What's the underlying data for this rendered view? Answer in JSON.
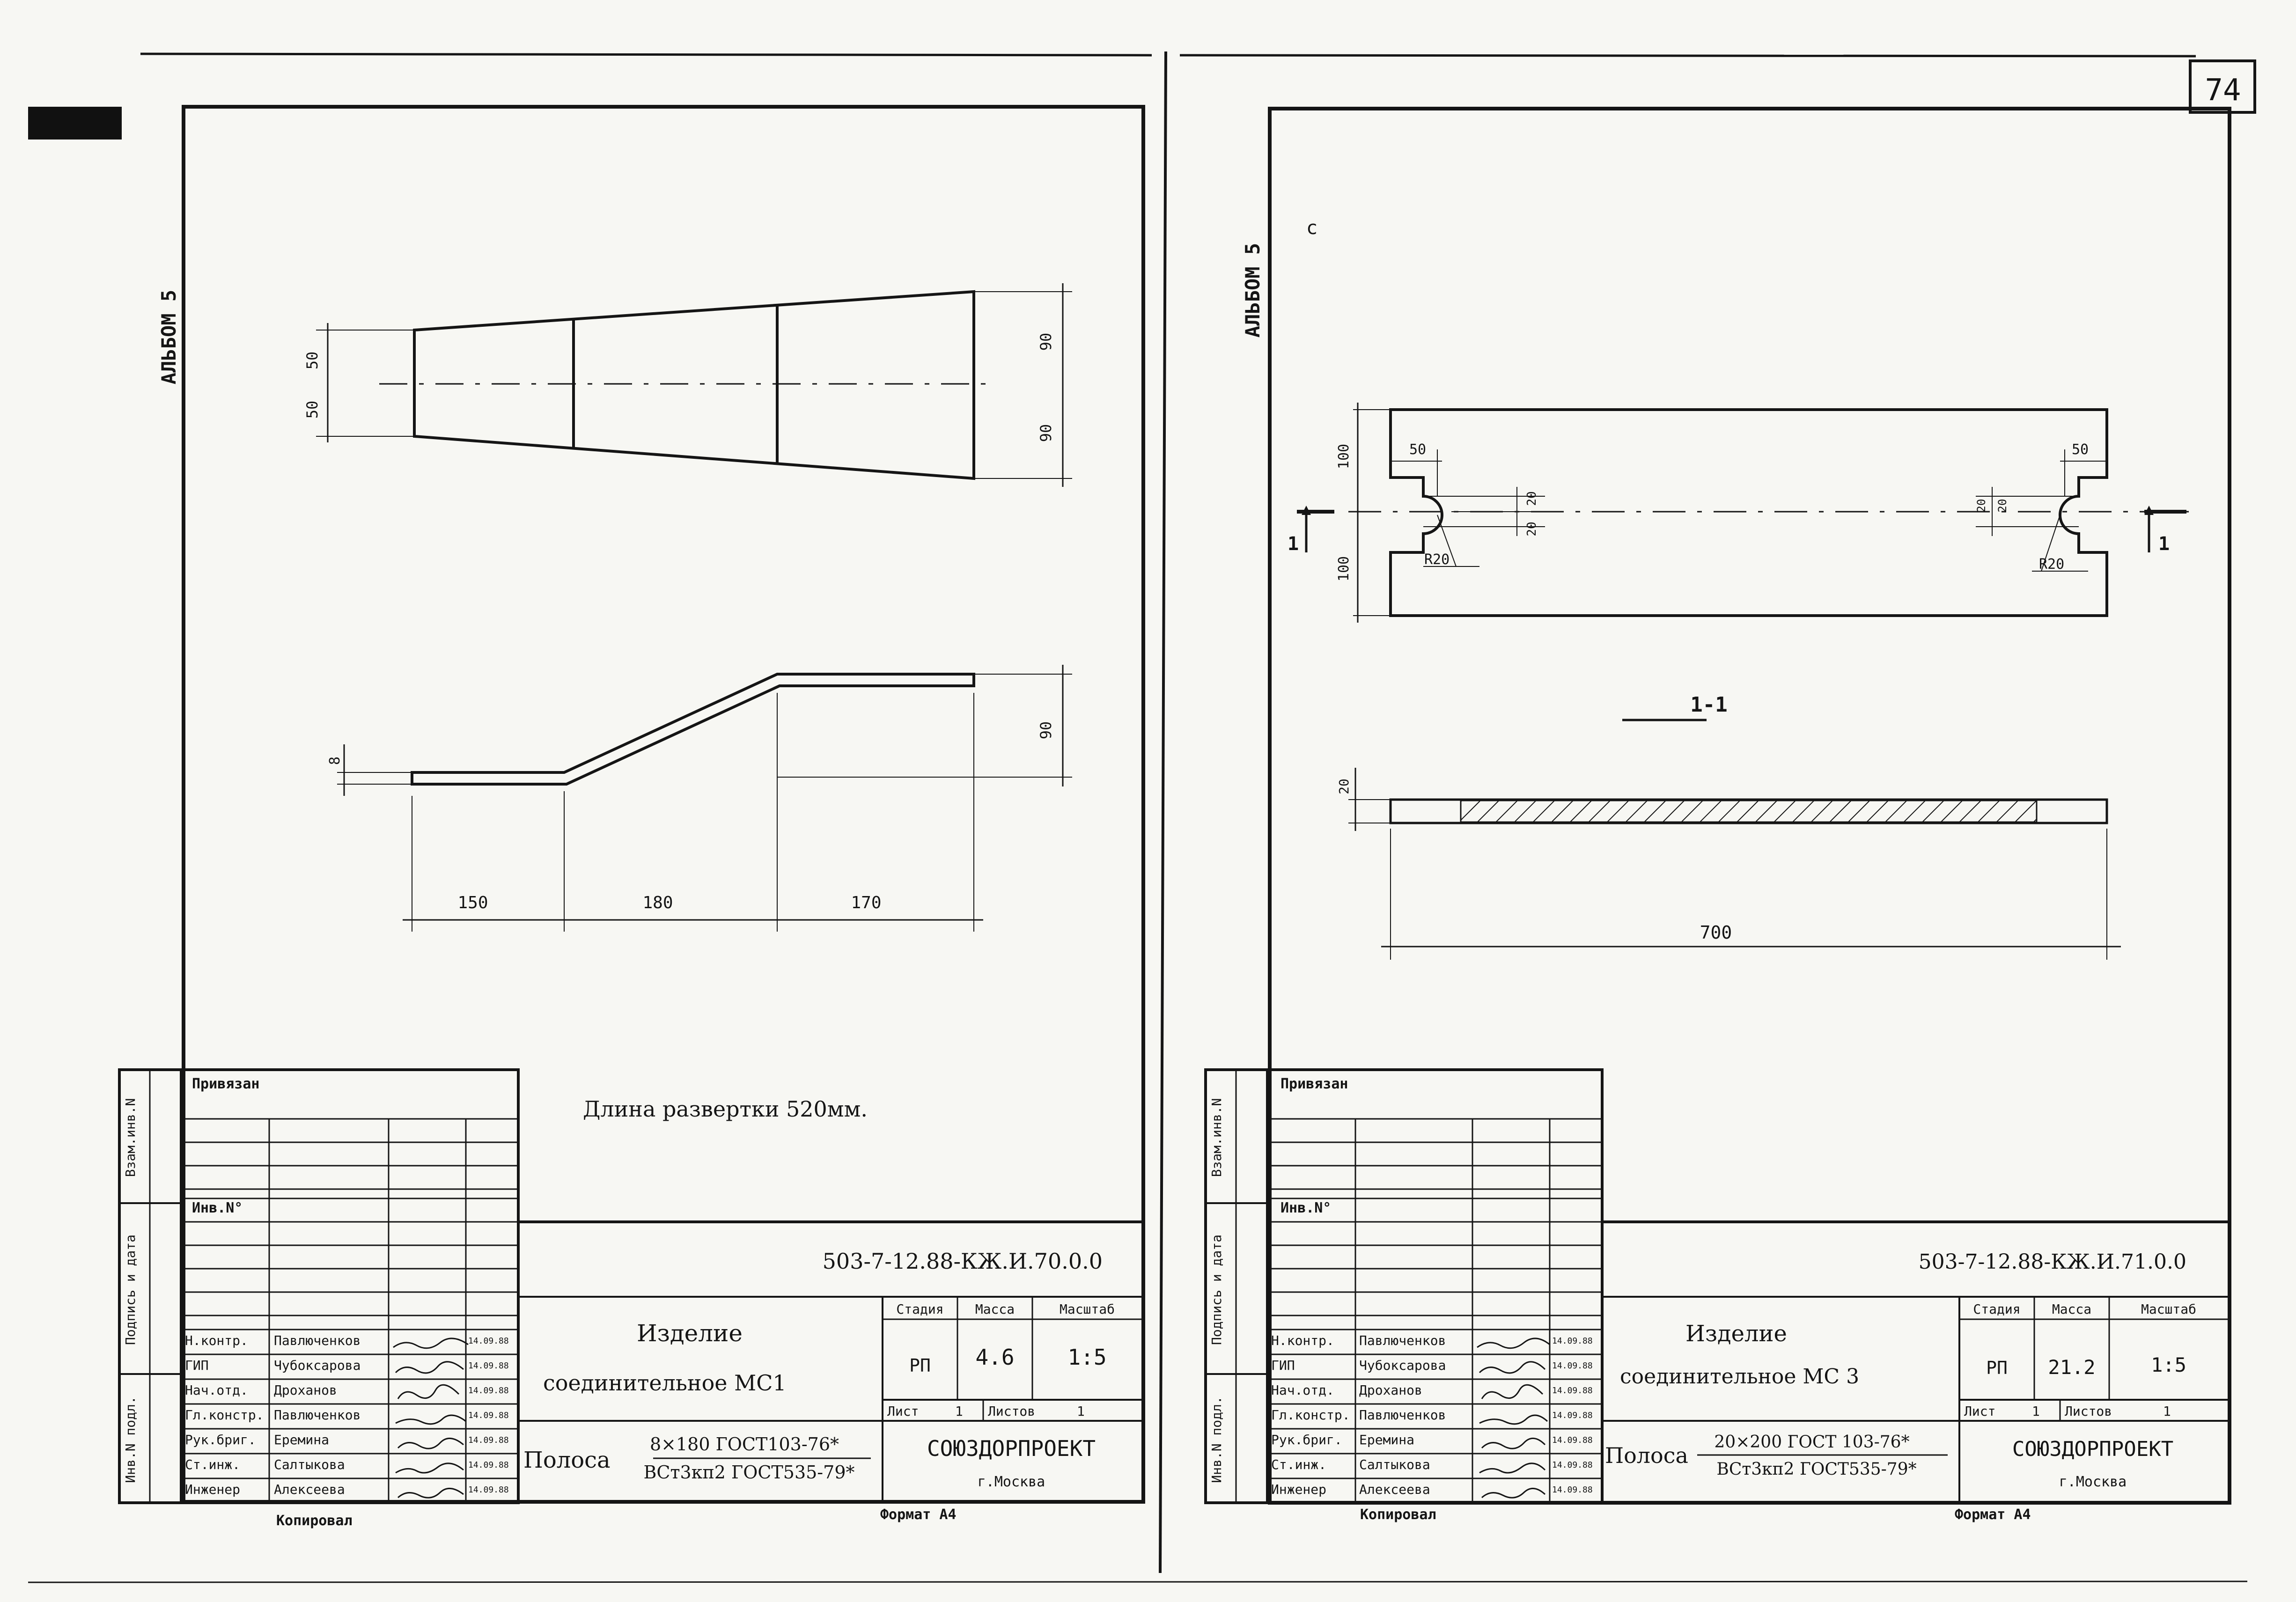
{
  "page": {
    "number": "74"
  },
  "sheets": [
    {
      "album_label": "АЛЬБОМ 5",
      "note": "Длина развертки 520мм.",
      "dims": {
        "top": [
          "50",
          "50"
        ],
        "right": [
          "90",
          "90"
        ],
        "thickness": "8",
        "rise": "90",
        "lengths": [
          "150",
          "180",
          "170"
        ]
      },
      "title_block": {
        "bound_label": "Привязан",
        "inv_label": "Инв.N°",
        "side_labels": [
          "Взам.инв.N",
          "Подпись и дата",
          "Инв.N подл."
        ],
        "doc_code": "503-7-12.88-КЖ.И.70.0.0",
        "product": "Изделие",
        "product_name": "соединительное МС1",
        "headers": [
          "Стадия",
          "Масса",
          "Масштаб"
        ],
        "stage": "РП",
        "mass": "4.6",
        "scale": "1:5",
        "sheet_label": "Лист",
        "sheet_value": "1",
        "sheets_label": "Листов",
        "sheets_value": "1",
        "material_label": "Полоса",
        "material_top": "8×180 ГОСТ103-76*",
        "material_bottom": "ВСт3кп2 ГОСТ535-79*",
        "org": "СОЮЗДОРПРОЕКТ",
        "city": "г.Москва",
        "format": "Формат А4",
        "copied": "Копировал",
        "staff": [
          {
            "role": "Н.контр.",
            "name": "Павлюченков",
            "date": "14.09.88"
          },
          {
            "role": "ГИП",
            "name": "Чубоксарова",
            "date": "14.09.88"
          },
          {
            "role": "Нач.отд.",
            "name": "Дроханов",
            "date": "14.09.88"
          },
          {
            "role": "Гл.констр.",
            "name": "Павлюченков",
            "date": "14.09.88"
          },
          {
            "role": "Рук.бриг.",
            "name": "Еремина",
            "date": "14.09.88"
          },
          {
            "role": "Ст.инж.",
            "name": "Салтыкова",
            "date": "14.09.88"
          },
          {
            "role": "Инженер",
            "name": "Алексеева",
            "date": "14.09.88"
          }
        ]
      }
    },
    {
      "album_label": "АЛЬБОМ 5",
      "mark_c": "с",
      "dims": {
        "slot": [
          "50",
          "50"
        ],
        "r": [
          "20",
          "20"
        ],
        "heights": [
          "100",
          "100"
        ],
        "radius": [
          "R20",
          "R20"
        ],
        "thickness": "20",
        "length": "700"
      },
      "section_mark": "1",
      "section_title": "1-1",
      "title_block": {
        "bound_label": "Привязан",
        "inv_label": "Инв.N°",
        "side_labels": [
          "Взам.инв.N",
          "Подпись и дата",
          "Инв.N подл."
        ],
        "doc_code": "503-7-12.88-КЖ.И.71.0.0",
        "product": "Изделие",
        "product_name": "соединительное МС 3",
        "headers": [
          "Стадия",
          "Масса",
          "Масштаб"
        ],
        "stage": "РП",
        "mass": "21.2",
        "scale": "1:5",
        "sheet_label": "Лист",
        "sheet_value": "1",
        "sheets_label": "Листов",
        "sheets_value": "1",
        "material_label": "Полоса",
        "material_top": "20×200 ГОСТ 103-76*",
        "material_bottom": "ВСт3кп2 ГОСТ535-79*",
        "org": "СОЮЗДОРПРОЕКТ",
        "city": "г.Москва",
        "format": "Формат А4",
        "copied": "Копировал",
        "staff": [
          {
            "role": "Н.контр.",
            "name": "Павлюченков",
            "date": "14.09.88"
          },
          {
            "role": "ГИП",
            "name": "Чубоксарова",
            "date": "14.09.88"
          },
          {
            "role": "Нач.отд.",
            "name": "Дроханов",
            "date": "14.09.88"
          },
          {
            "role": "Гл.констр.",
            "name": "Павлюченков",
            "date": "14.09.88"
          },
          {
            "role": "Рук.бриг.",
            "name": "Еремина",
            "date": "14.09.88"
          },
          {
            "role": "Ст.инж.",
            "name": "Салтыкова",
            "date": "14.09.88"
          },
          {
            "role": "Инженер",
            "name": "Алексеева",
            "date": "14.09.88"
          }
        ]
      }
    }
  ]
}
